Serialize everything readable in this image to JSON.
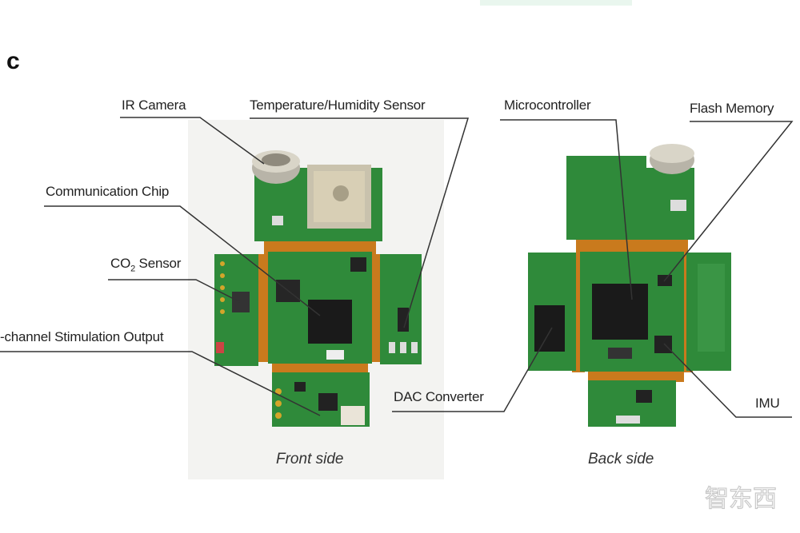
{
  "panel_letter": "c",
  "labels": {
    "ir_camera": "IR Camera",
    "temp_humidity": "Temperature/Humidity Sensor",
    "communication_chip": "Communication Chip",
    "co2_sensor_prefix": "CO",
    "co2_sensor_sub": "2",
    "co2_sensor_suffix": " Sensor",
    "stimulation_output": "-channel Stimulation Output",
    "microcontroller": "Microcontroller",
    "flash_memory": "Flash Memory",
    "dac_converter": "DAC Converter",
    "imu": "IMU"
  },
  "captions": {
    "front": "Front side",
    "back": "Back side"
  },
  "watermark": "智东西",
  "colors": {
    "pcb_green": "#2f8a3a",
    "pcb_dark": "#1f6b2c",
    "flex_orange": "#c97a1d",
    "chip_black": "#1a1a1a",
    "leader_line": "#333333"
  }
}
